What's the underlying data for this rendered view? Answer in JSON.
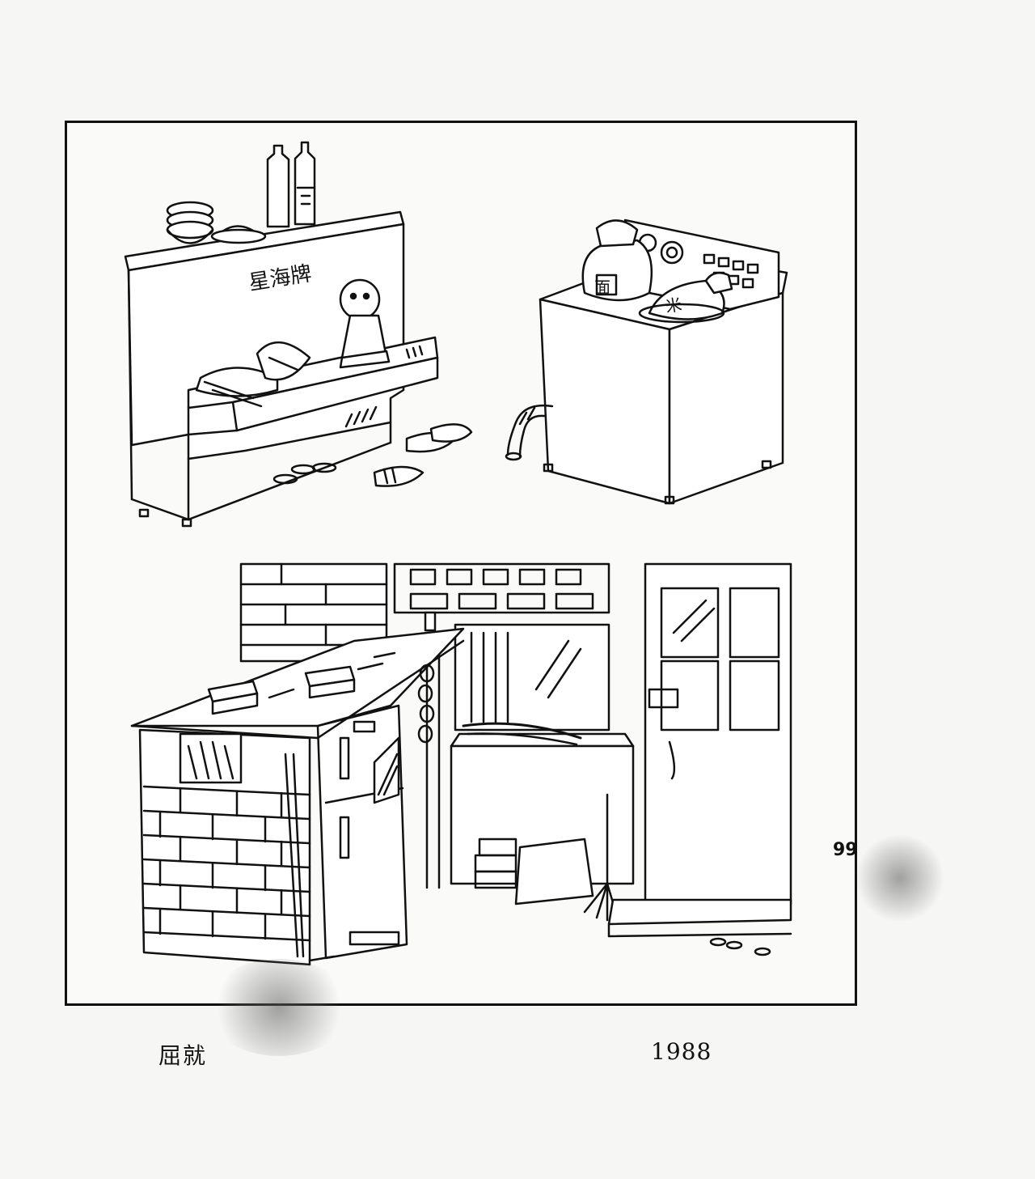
{
  "caption": {
    "title": "屈就",
    "year": "1988"
  },
  "page": {
    "number": "99"
  },
  "labels": {
    "piano_brand": "星海牌",
    "bag_flour": "面",
    "bag_rice": "米"
  },
  "colors": {
    "ink": "#111111",
    "paper": "#f6f6f4"
  }
}
